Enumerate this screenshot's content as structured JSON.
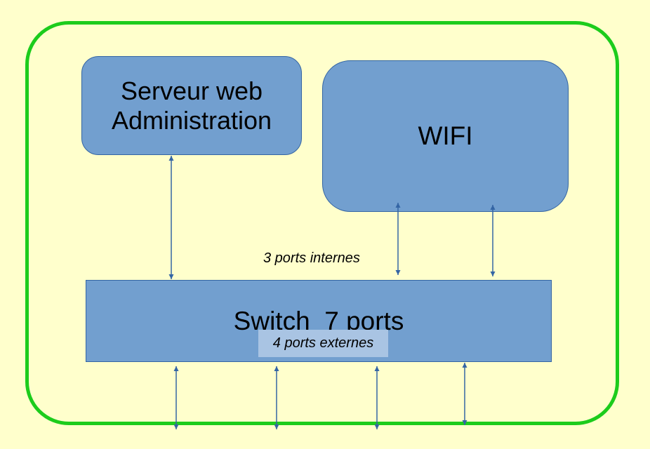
{
  "colors": {
    "background": "#ffffcc",
    "frame": "#1ccc1c",
    "box_fill": "#729fcf",
    "box_border": "#3465a4",
    "label_fill": "#a9c4e3"
  },
  "server": {
    "line1": "Serveur web",
    "line2": "Administration"
  },
  "wifi": {
    "label": "WIFI"
  },
  "switch": {
    "label": "Switch  7 ports"
  },
  "notes": {
    "internes": "3 ports internes",
    "externes": "4 ports externes"
  }
}
